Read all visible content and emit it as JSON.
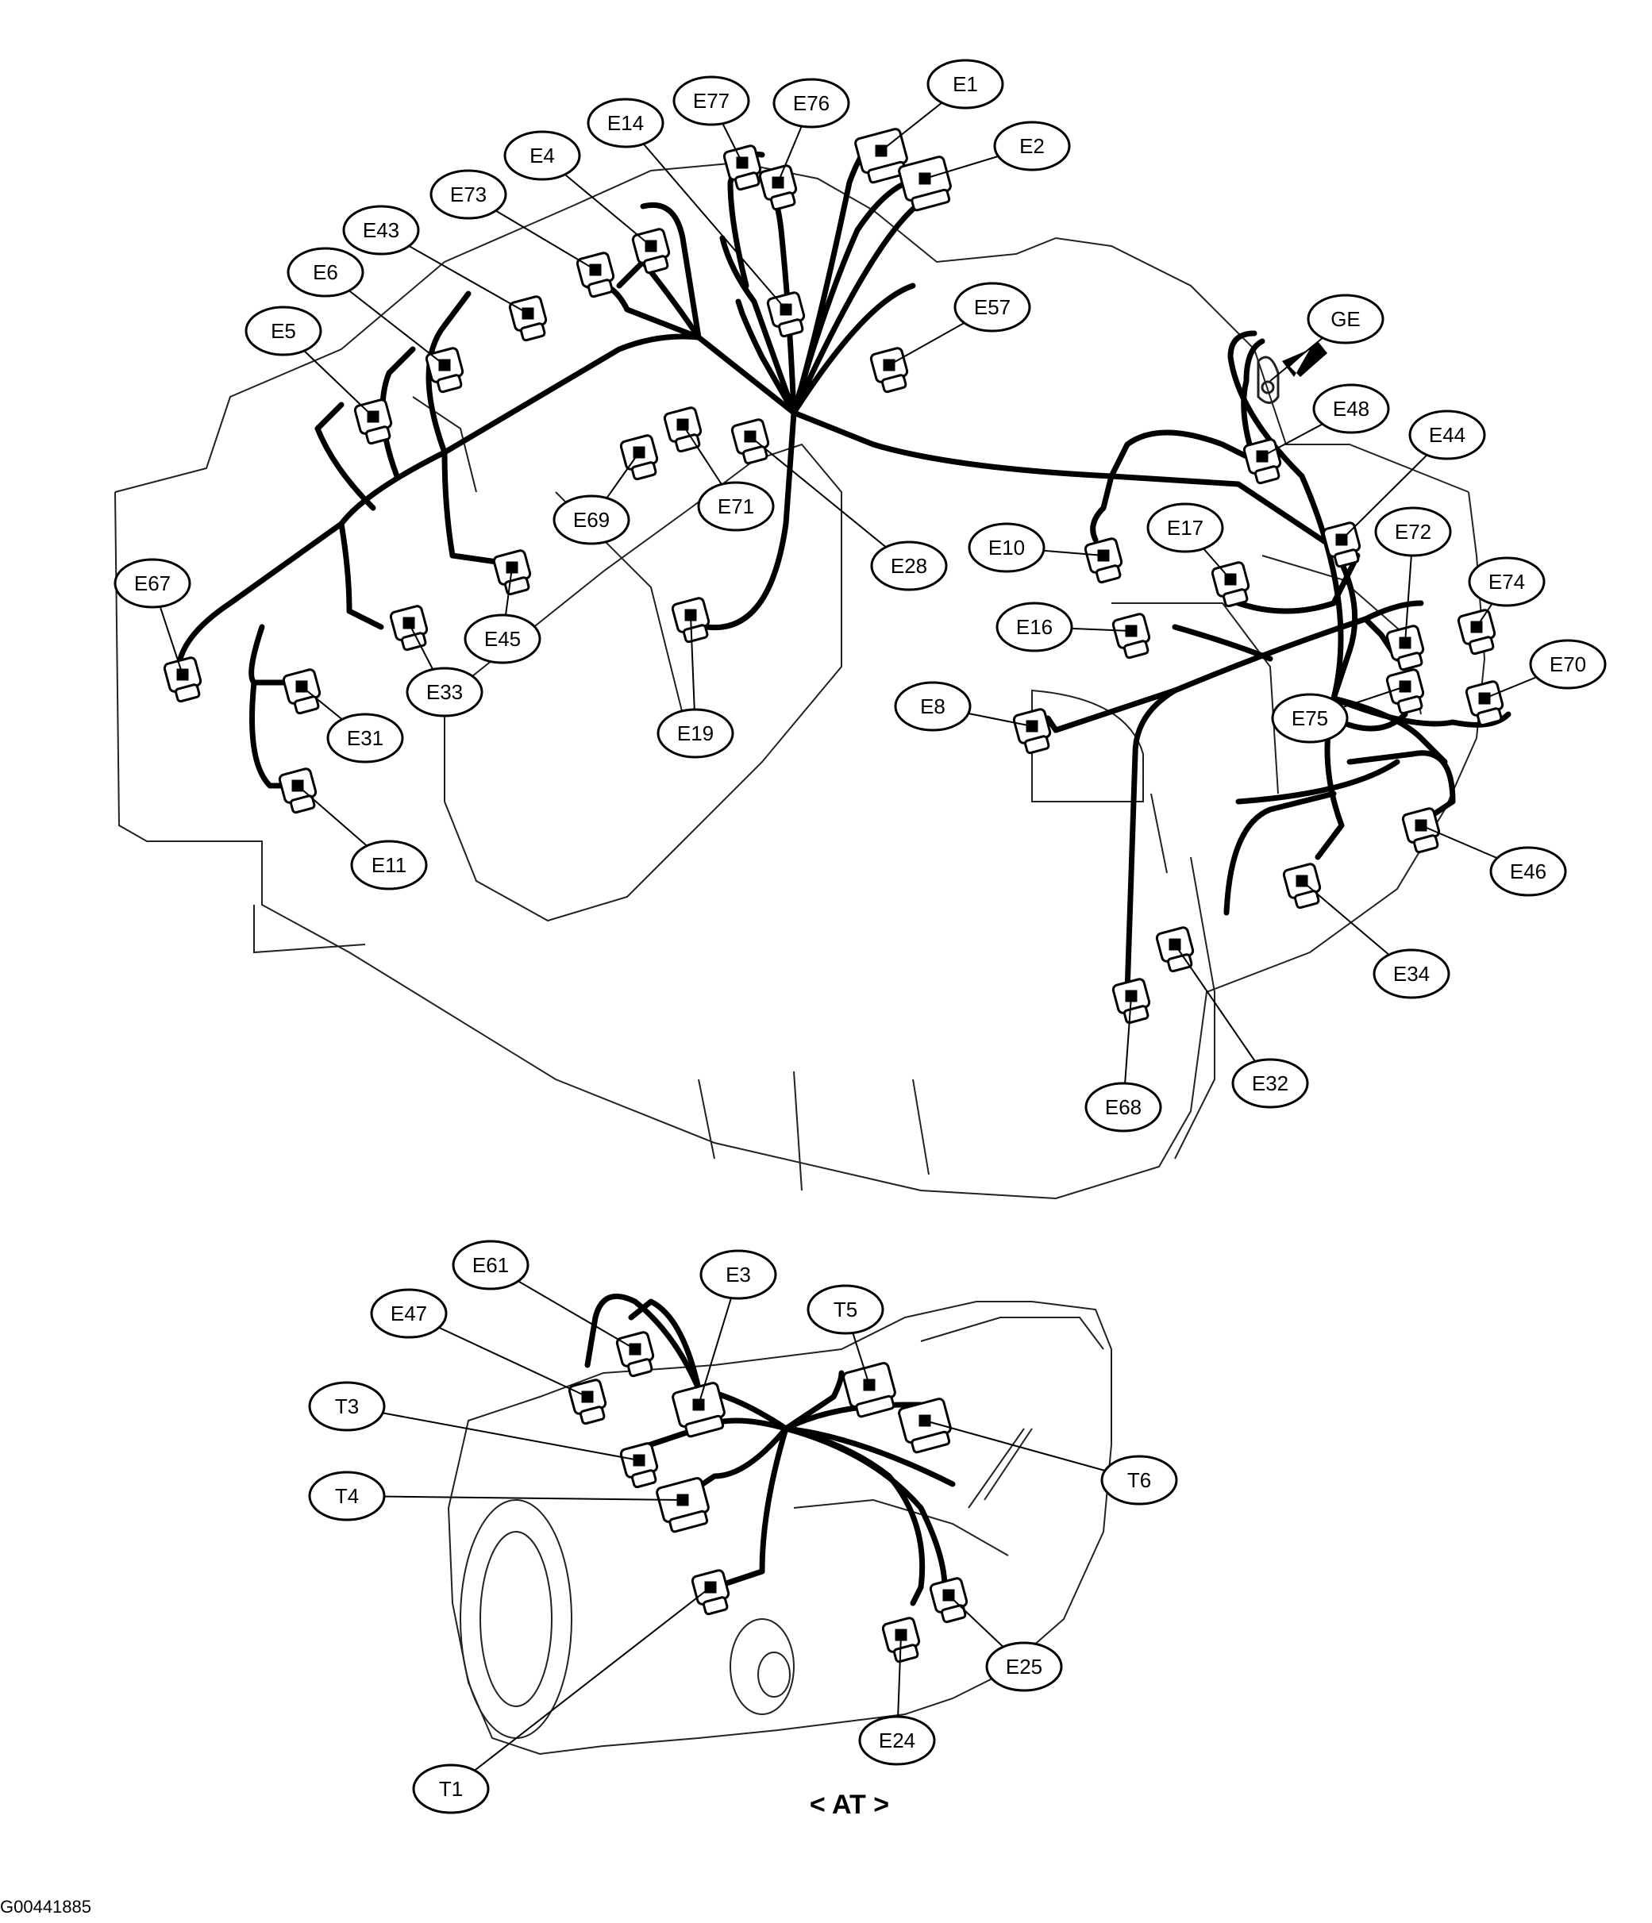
{
  "figure": {
    "caption": "< AT >",
    "id": "G00441885"
  },
  "callouts": [
    {
      "id": "E1",
      "label": "E1"
    },
    {
      "id": "E2",
      "label": "E2"
    },
    {
      "id": "E3",
      "label": "E3"
    },
    {
      "id": "E4",
      "label": "E4"
    },
    {
      "id": "E5",
      "label": "E5"
    },
    {
      "id": "E6",
      "label": "E6"
    },
    {
      "id": "E8",
      "label": "E8"
    },
    {
      "id": "E10",
      "label": "E10"
    },
    {
      "id": "E11",
      "label": "E11"
    },
    {
      "id": "E14",
      "label": "E14"
    },
    {
      "id": "E16",
      "label": "E16"
    },
    {
      "id": "E17",
      "label": "E17"
    },
    {
      "id": "E19",
      "label": "E19"
    },
    {
      "id": "E24",
      "label": "E24"
    },
    {
      "id": "E25",
      "label": "E25"
    },
    {
      "id": "E28",
      "label": "E28"
    },
    {
      "id": "E31",
      "label": "E31"
    },
    {
      "id": "E32",
      "label": "E32"
    },
    {
      "id": "E33",
      "label": "E33"
    },
    {
      "id": "E34",
      "label": "E34"
    },
    {
      "id": "E43",
      "label": "E43"
    },
    {
      "id": "E44",
      "label": "E44"
    },
    {
      "id": "E45",
      "label": "E45"
    },
    {
      "id": "E46",
      "label": "E46"
    },
    {
      "id": "E47",
      "label": "E47"
    },
    {
      "id": "E48",
      "label": "E48"
    },
    {
      "id": "E57",
      "label": "E57"
    },
    {
      "id": "E61",
      "label": "E61"
    },
    {
      "id": "E67",
      "label": "E67"
    },
    {
      "id": "E68",
      "label": "E68"
    },
    {
      "id": "E69",
      "label": "E69"
    },
    {
      "id": "E70",
      "label": "E70"
    },
    {
      "id": "E71",
      "label": "E71"
    },
    {
      "id": "E72",
      "label": "E72"
    },
    {
      "id": "E73",
      "label": "E73"
    },
    {
      "id": "E74",
      "label": "E74"
    },
    {
      "id": "E75",
      "label": "E75"
    },
    {
      "id": "E76",
      "label": "E76"
    },
    {
      "id": "E77",
      "label": "E77"
    },
    {
      "id": "GE",
      "label": "GE"
    },
    {
      "id": "T1",
      "label": "T1"
    },
    {
      "id": "T3",
      "label": "T3"
    },
    {
      "id": "T4",
      "label": "T4"
    },
    {
      "id": "T5",
      "label": "T5"
    },
    {
      "id": "T6",
      "label": "T6"
    }
  ]
}
